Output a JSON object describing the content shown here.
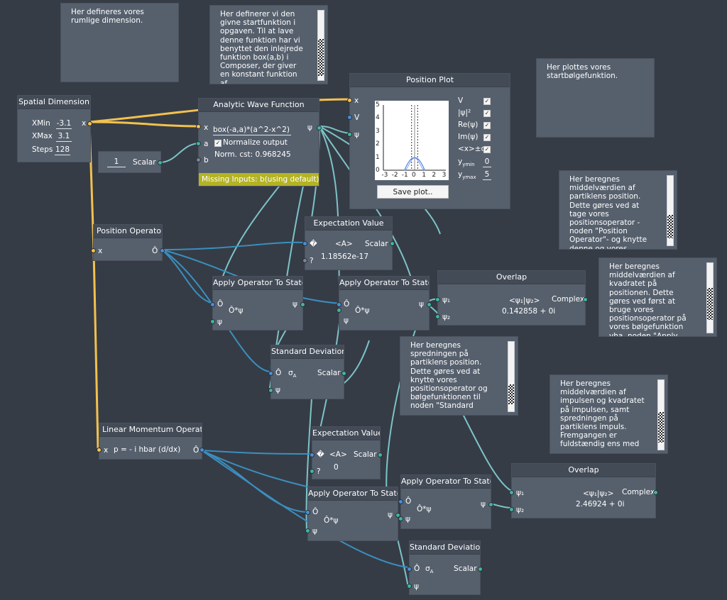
{
  "comments": {
    "c1": "Her defineres vores rumlige dimension.",
    "c2": "Her definerer vi den givne startfunktion i opgaven. Til at lave denne funktion har vi benyttet den inlejrede funktion box(a,b) i Composer, der giver en konstant funktion af",
    "c3": "Her plottes vores startbølgefunktion.",
    "c4": "Her beregnes middelværdien af partiklens position. Dette gøres ved at tage vores positionsoperator - noden \"Position Operator\"- og knytte denne og vores",
    "c5": "Her beregnes middelværdien af kvadratet på positionen. Dette gøres ved først at bruge vores positionsoperator på vores bølgefunktion vha. noden \"Apply Operator",
    "c6": "Her beregnes spredningen på partiklens position. Dette gøres ved at knytte vores positionsoperator og bølgefunktionen til noden \"Standard",
    "c7": "Her beregnes middelværdien af impulsen og kvadratet på impulsen, samt spredningen på partiklens impuls. Fremgangen er fuldstændig ens med"
  },
  "spatial": {
    "title": "Spatial Dimension",
    "xmin_label": "XMin",
    "xmin": "-3.1",
    "xmax_label": "XMax",
    "xmax": "3.1",
    "steps_label": "Steps",
    "steps": "128",
    "out": "x"
  },
  "scalar": {
    "value": "1",
    "label": "Scalar"
  },
  "wave": {
    "title": "Analytic Wave Function",
    "in_x": "x",
    "in_a": "a",
    "in_b": "b",
    "out": "ψ",
    "expr": "box(-a,a)*(a^2-x^2)",
    "normalize": "Normalize output",
    "norm": "Norm. cst: 0.968245",
    "warning": "Missing Inputs: b(using default);"
  },
  "plot": {
    "title": "Position Plot",
    "in_x": "x",
    "in_v": "V",
    "in_psi": "ψ",
    "opts": [
      "V",
      "|ψ|²",
      "Re(ψ)",
      "Im(ψ)",
      "<x>±σx"
    ],
    "ymin_label": "ymin",
    "ymin": "0",
    "ymax_label": "ymax",
    "ymax": "5",
    "save": "Save plot..",
    "yticks": [
      "5",
      "4",
      "3",
      "2",
      "1",
      "0"
    ],
    "xticks": [
      "-3",
      "-2",
      "-1",
      "0",
      "1",
      "2",
      "3"
    ]
  },
  "posop": {
    "title": "Position Operator",
    "in": "x",
    "out": "Ô"
  },
  "ev1": {
    "title": "Expectation Value",
    "in_op": "�",
    "in_q": "?",
    "formula": "<A>",
    "out": "Scalar",
    "value": "1.18562e-17"
  },
  "apply1": {
    "title": "Apply Operator To State",
    "in_op": "Ô",
    "in_psi": "ψ",
    "formula": "Ô*ψ",
    "out": "ψ"
  },
  "apply2": {
    "title": "Apply Operator To State",
    "in_op": "Ô",
    "in_psi": "ψ",
    "formula": "Ô*ψ",
    "out": "ψ"
  },
  "overlap1": {
    "title": "Overlap",
    "in1": "ψ₁",
    "in2": "ψ₂",
    "formula": "<ψ₁|ψ₂>",
    "out": "Complex",
    "value": "0.142858 + 0i"
  },
  "std1": {
    "title": "Standard Deviation",
    "in_op": "Ô",
    "sigma": "σ",
    "sigma_sub": "A",
    "in_psi": "ψ",
    "out": "Scalar"
  },
  "linmom": {
    "title": "Linear Momentum Operator",
    "in": "x",
    "formula": "p = - i hbar (d/dx)",
    "out": "Ô"
  },
  "ev2": {
    "title": "Expectation Value",
    "in_op": "�",
    "in_q": "?",
    "formula": "<A>",
    "out": "Scalar",
    "value": "0"
  },
  "apply3": {
    "title": "Apply Operator To State",
    "in_op": "Ô",
    "in_psi": "ψ",
    "formula": "Ô*ψ",
    "out": "ψ"
  },
  "apply4": {
    "title": "Apply Operator To State",
    "in_op": "Ô",
    "in_psi": "ψ",
    "formula": "Ô*ψ",
    "out": "ψ"
  },
  "overlap2": {
    "title": "Overlap",
    "in1": "ψ₁",
    "in2": "ψ₂",
    "formula": "<ψ₁|ψ₂>",
    "out": "Complex",
    "value": "2.46924 + 0i"
  },
  "std2": {
    "title": "Standard Deviation",
    "in_op": "Ô",
    "sigma": "σ",
    "sigma_sub": "A",
    "in_psi": "ψ",
    "out": "Scalar"
  },
  "colors": {
    "bg": "#363c46",
    "node": "#56606d",
    "header": "#434b57",
    "wire_yellow": "#f2c14e",
    "wire_teal": "#7cc4c8",
    "wire_blue": "#3a8fc0",
    "warn": "#b4b324"
  }
}
